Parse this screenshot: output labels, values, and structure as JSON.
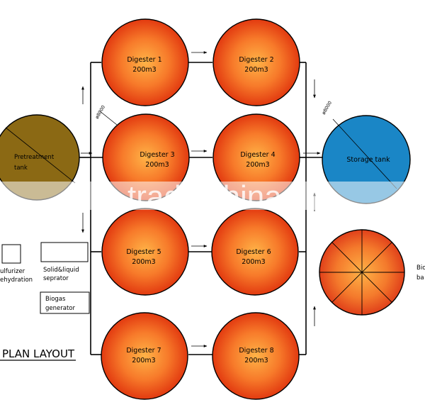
{
  "digesters": [
    {
      "name": "Digester 1",
      "volume": "200m3"
    },
    {
      "name": "Digester 2",
      "volume": "200m3"
    },
    {
      "name": "Digester 3",
      "volume": "200m3"
    },
    {
      "name": "Digester 4",
      "volume": "200m3"
    },
    {
      "name": "Digester 5",
      "volume": "200m3"
    },
    {
      "name": "Digester 6",
      "volume": "200m3"
    },
    {
      "name": "Digester 7",
      "volume": "200m3"
    },
    {
      "name": "Digester 8",
      "volume": "200m3"
    }
  ],
  "pretreatment": {
    "line1": "Pretreatment",
    "line2": "tank"
  },
  "storage": {
    "label": "Storage tank"
  },
  "gasbag": {
    "line1": "Bio",
    "line2": "ba"
  },
  "dimensions": {
    "left": "ø8000",
    "right": "ø8000"
  },
  "legend": {
    "desulfurizer_line1": "ulfurizer",
    "desulfurizer_line2": "ehydration",
    "separator_line1": "Solid&liquid",
    "separator_line2": "seprator",
    "generator_line1": "Biogas",
    "generator_line2": "generator"
  },
  "title": "PLAN LAYOUT",
  "watermark": "trade.china.cn",
  "colors": {
    "digester_center": "#ffb347",
    "digester_edge": "#e23a10",
    "pretreatment": "#8b6914",
    "storage": "#1a86c6",
    "gasbag_center": "#ffb347",
    "gasbag_edge": "#e0401a"
  }
}
